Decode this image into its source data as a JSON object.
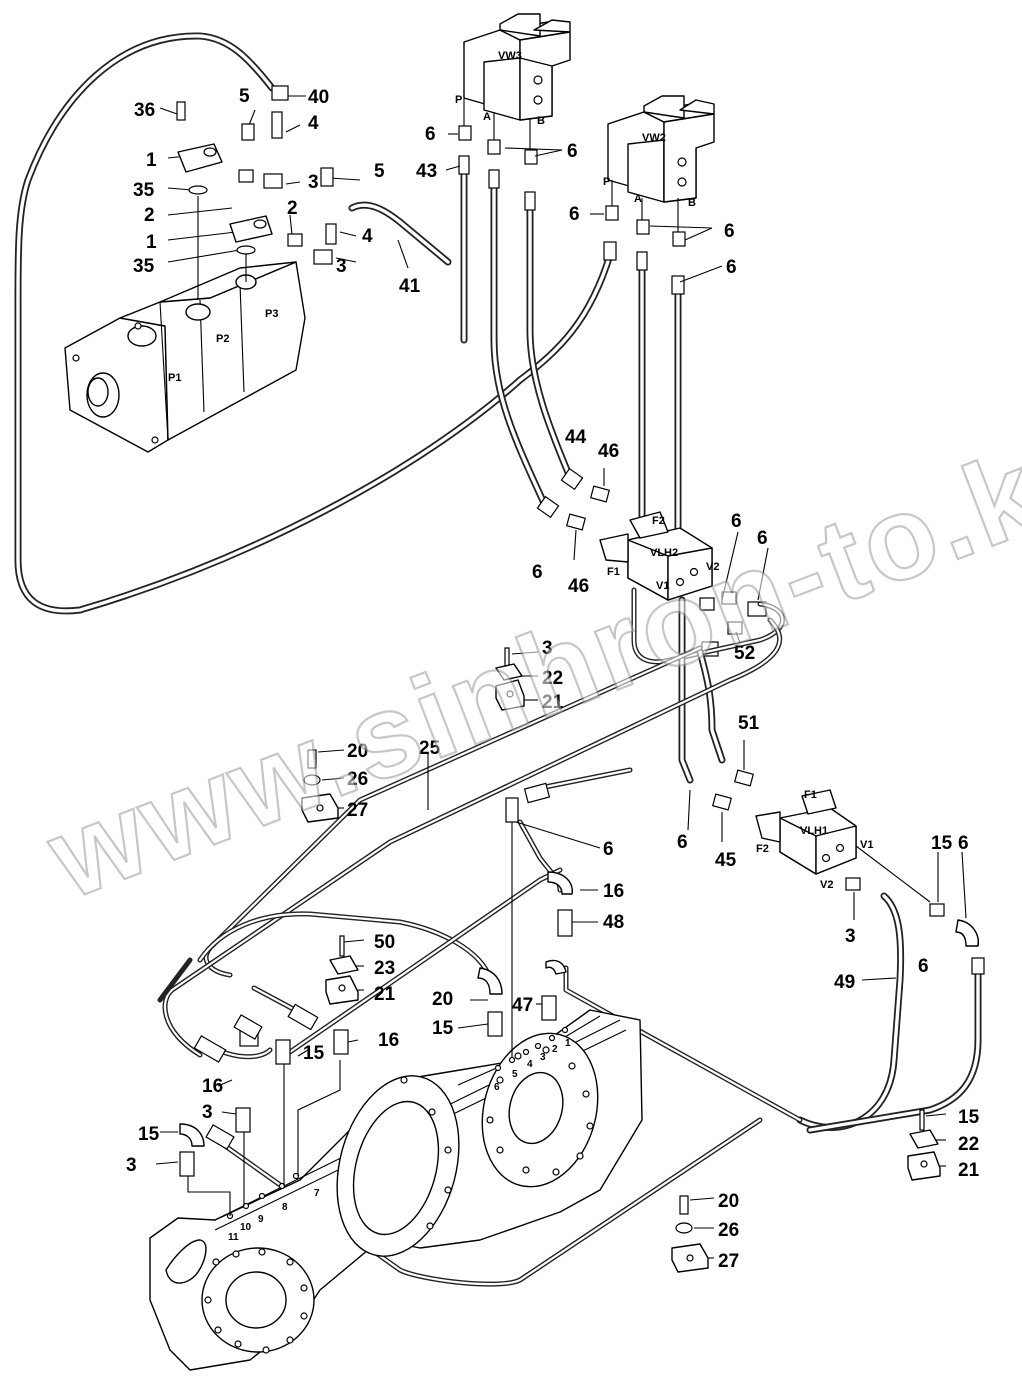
{
  "watermark": "www.sinhron-to.kz",
  "components": {
    "vw3": "VW3",
    "vw2": "VW2",
    "vlh2": "VLH2",
    "vlh1": "VLH1",
    "pump_p1": "P1",
    "pump_p2": "P2",
    "pump_p3": "P3"
  },
  "port_labels": {
    "vw3_p": "P",
    "vw3_a": "A",
    "vw3_b": "B",
    "vw2_p": "P",
    "vw2_a": "A",
    "vw2_b": "B",
    "vlh2_f1": "F1",
    "vlh2_f2": "F2",
    "vlh2_v1": "V1",
    "vlh2_v2": "V2",
    "vlh1_f1": "F1",
    "vlh1_f2": "F2",
    "vlh1_v1": "V1",
    "vlh1_v2": "V2"
  },
  "frame_holes": {
    "upper": [
      "1",
      "2",
      "3",
      "4",
      "5",
      "6"
    ],
    "lower": [
      "7",
      "8",
      "9",
      "10",
      "11"
    ]
  },
  "callouts": [
    "36",
    "40",
    "5",
    "4",
    "1",
    "35",
    "3",
    "2",
    "5",
    "4",
    "2",
    "1",
    "3",
    "35",
    "41",
    "6",
    "43",
    "6",
    "6",
    "6",
    "6",
    "44",
    "46",
    "6",
    "46",
    "6",
    "6",
    "52",
    "3",
    "22",
    "21",
    "20",
    "26",
    "27",
    "25",
    "51",
    "6",
    "45",
    "6",
    "16",
    "48",
    "15",
    "6",
    "3",
    "6",
    "49",
    "50",
    "23",
    "21",
    "20",
    "47",
    "15",
    "15",
    "16",
    "16",
    "3",
    "15",
    "3",
    "15",
    "22",
    "21",
    "20",
    "26",
    "27",
    "25"
  ]
}
